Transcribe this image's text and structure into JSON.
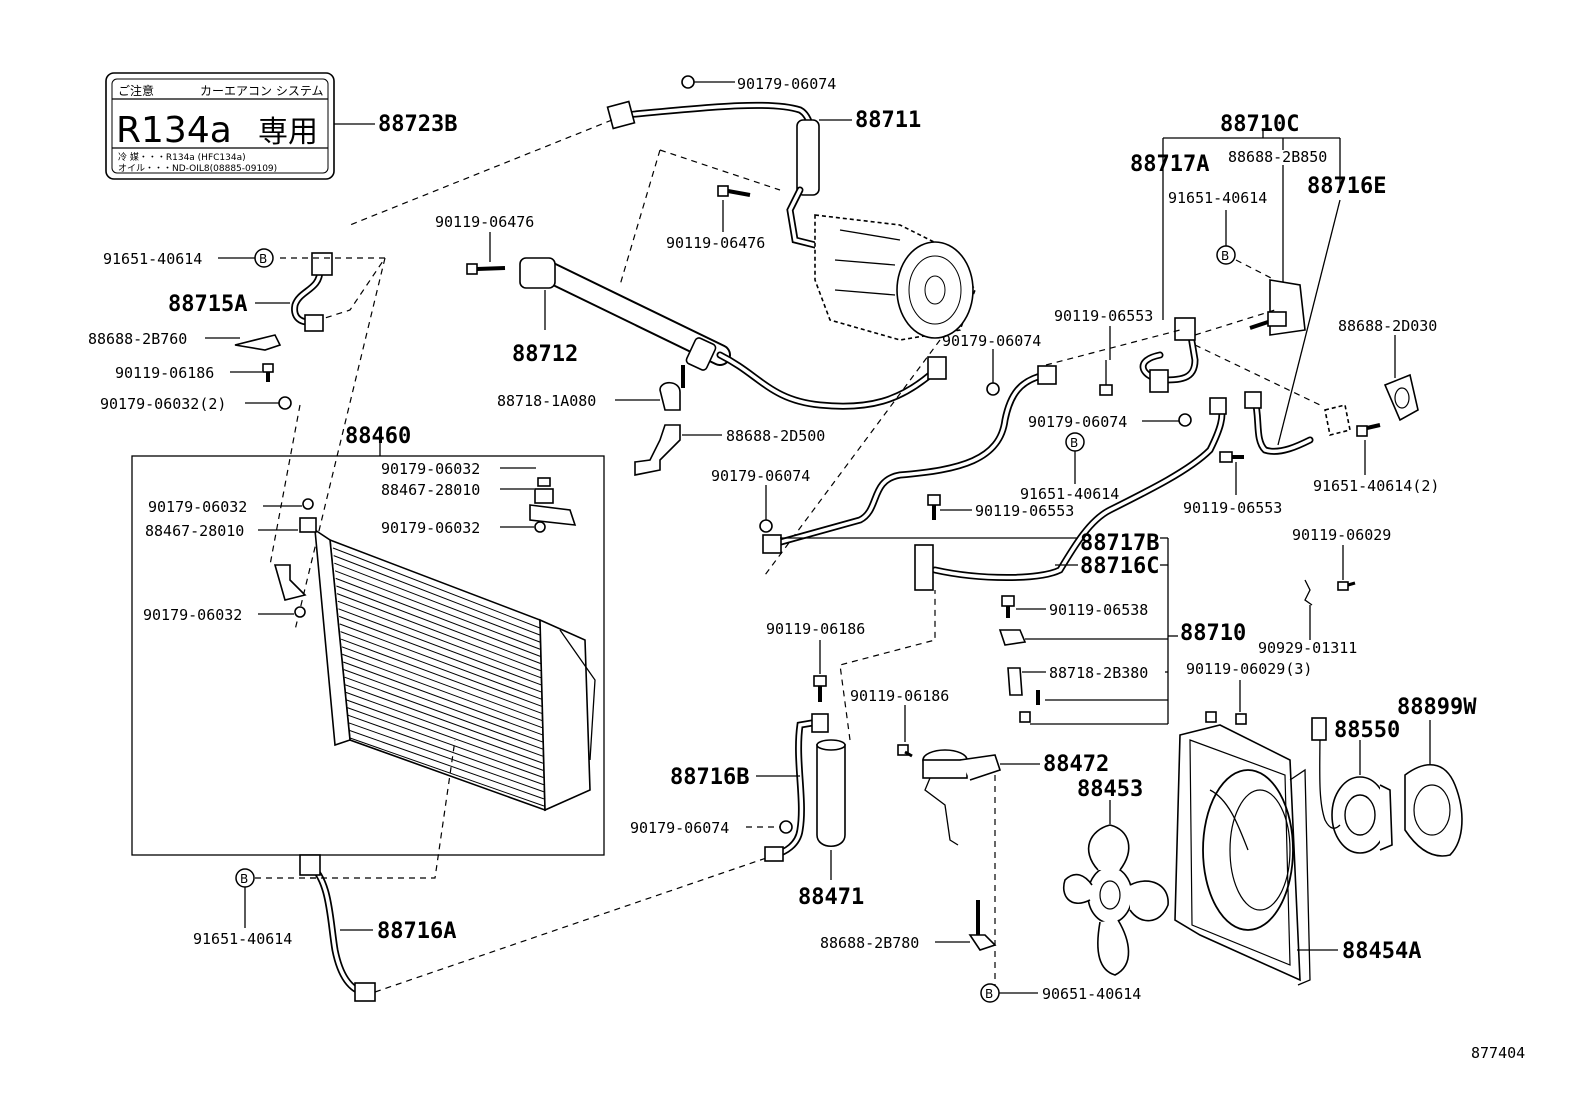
{
  "label_plate": {
    "line1_left": "ご注意",
    "line1_right": "カーエアコン システム",
    "big_left": "R134a",
    "big_right": "専用",
    "line3": "冷 媒・・・R134a (HFC134a)",
    "line4": "オイル・・・ND-OIL8(08885-09109)"
  },
  "callouts": {
    "p88723B": "88723B",
    "p88711": "88711",
    "p90179_06074_a": "90179-06074",
    "p90119_06476_a": "90119-06476",
    "p90119_06476_b": "90119-06476",
    "p91651_40614_a": "91651-40614",
    "p88715A": "88715A",
    "p88688_2B760": "88688-2B760",
    "p90119_06186_a": "90119-06186",
    "p90179_06032_2": "90179-06032(2)",
    "p88712": "88712",
    "p88718_1A080": "88718-1A080",
    "p88688_2D500": "88688-2D500",
    "p90179_06074_b": "90179-06074",
    "p90179_06074_c": "90179-06074",
    "p88460": "88460",
    "p90179_06032_a": "90179-06032",
    "p88467_28010_a": "88467-28010",
    "p90179_06032_b": "90179-06032",
    "p90179_06032_c": "90179-06032",
    "p88467_28010_b": "88467-28010",
    "p90179_06032_d": "90179-06032",
    "p88710C": "88710C",
    "p88688_2B850": "88688-2B850",
    "p88717A": "88717A",
    "p88716E": "88716E",
    "p91651_40614_b": "91651-40614",
    "p90119_06553_a": "90119-06553",
    "p88688_2D030": "88688-2D030",
    "p90179_06074_d": "90179-06074",
    "p91651_40614_c": "91651-40614",
    "p91651_40614_2": "91651-40614(2)",
    "p90119_06553_b": "90119-06553",
    "p90119_06553_c": "90119-06553",
    "p88717B": "88717B",
    "p88716C": "88716C",
    "p90119_06029": "90119-06029",
    "p90119_06538": "90119-06538",
    "p88710": "88710",
    "p90929_01311": "90929-01311",
    "p88718_2B380": "88718-2B380",
    "p90119_06029_3": "90119-06029(3)",
    "p90119_06186_b": "90119-06186",
    "p90119_06186_c": "90119-06186",
    "p88472": "88472",
    "p88453": "88453",
    "p88550": "88550",
    "p88899W": "88899W",
    "p88716B": "88716B",
    "p90179_06074_e": "90179-06074",
    "p88471": "88471",
    "p91651_40614_d": "91651-40614",
    "p88716A": "88716A",
    "p88688_2B780": "88688-2B780",
    "p90651_40614": "90651-40614",
    "p88454A": "88454A",
    "circle_b": "B"
  },
  "figure_number": "877404"
}
